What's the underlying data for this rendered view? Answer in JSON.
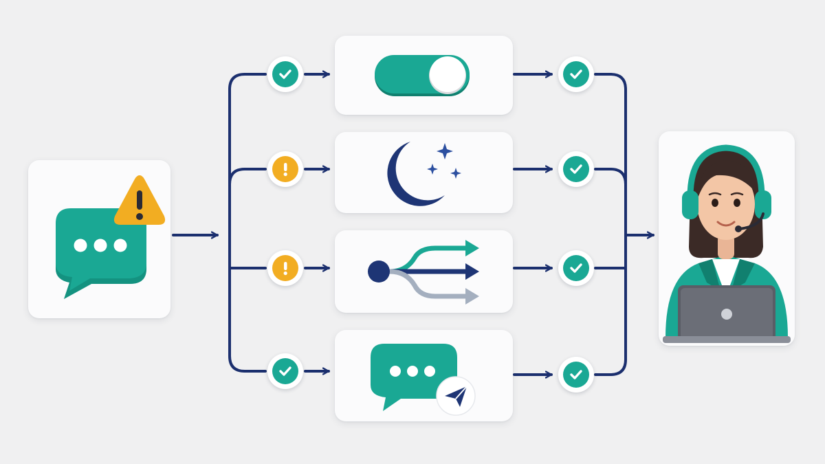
{
  "colors": {
    "background": "#f0f0f1",
    "connector": "#1b2f6e",
    "teal": "#1aa894",
    "teal_dark": "#11806f",
    "warning": "#f2ad22",
    "navy": "#1e3575",
    "gray_arrow": "#a4afbf",
    "card": "#fbfbfc"
  },
  "nodes": {
    "source": {
      "icon": "chat-bubble-with-warning-icon"
    },
    "agent": {
      "icon": "support-agent-with-headset-and-laptop"
    },
    "steps": [
      {
        "icon": "toggle-switch-icon",
        "status_in": "check",
        "status_out": "check"
      },
      {
        "icon": "moon-and-stars-icon",
        "status_in": "warning",
        "status_out": "check"
      },
      {
        "icon": "branching-routes-icon",
        "status_in": "warning",
        "status_out": "check"
      },
      {
        "icon": "chat-bubble-with-send-icon",
        "status_in": "check",
        "status_out": "check"
      }
    ]
  },
  "status_icons": {
    "check": "check-circle-icon",
    "warning": "exclamation-circle-icon"
  }
}
